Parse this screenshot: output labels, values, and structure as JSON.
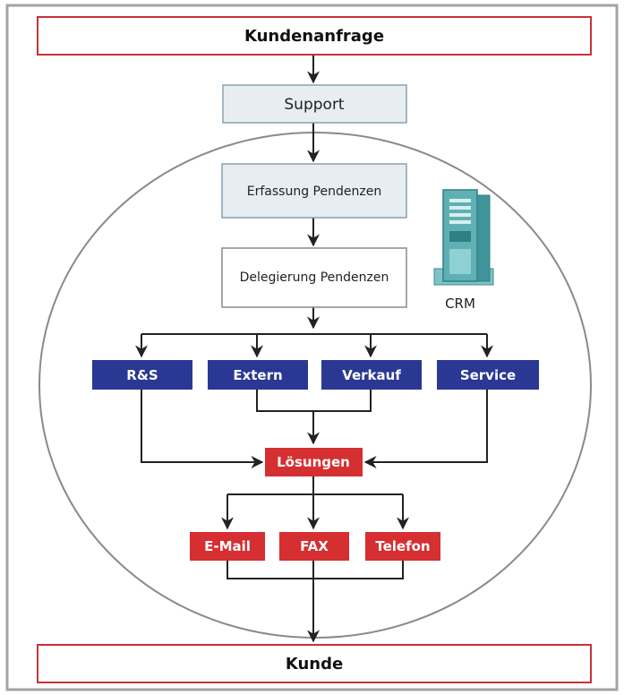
{
  "nodes": {
    "kundenanfrage": "Kundenanfrage",
    "support": "Support",
    "erfassung": "Erfassung Pendenzen",
    "delegierung": "Delegierung Pendenzen",
    "crm": "CRM",
    "rs": "R&S",
    "extern": "Extern",
    "verkauf": "Verkauf",
    "service": "Service",
    "loesungen": "Lösungen",
    "email": "E-Mail",
    "fax": "FAX",
    "telefon": "Telefon",
    "kunde": "Kunde"
  },
  "colors": {
    "frame": "#a3a3a3",
    "red_border": "#c8323a",
    "red_fill": "#d62f32",
    "blue_fill": "#2a3894",
    "light_fill": "#e6eef2",
    "line": "#222222",
    "ellipse": "#8a8a8a",
    "server": "#5fb0b4"
  }
}
